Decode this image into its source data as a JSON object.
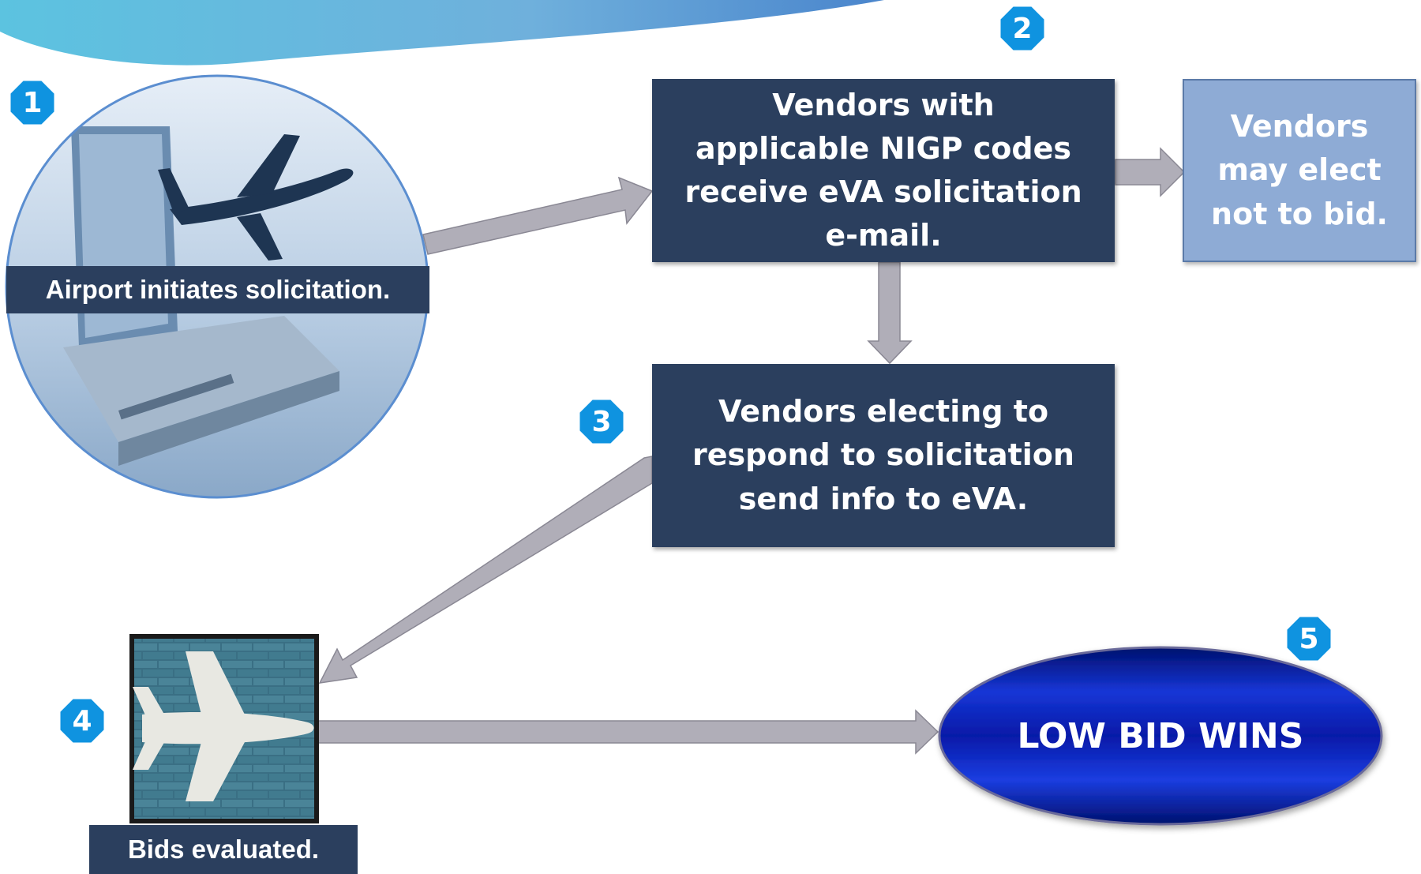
{
  "steps": {
    "step1": {
      "number": "1",
      "caption": "Airport initiates solicitation."
    },
    "step2": {
      "number": "2",
      "text": "Vendors with applicable NIGP codes receive eVA solicitation e-mail."
    },
    "step2b": {
      "text": "Vendors may elect not to bid."
    },
    "step3": {
      "number": "3",
      "text": "Vendors electing to respond to solicitation send info to eVA."
    },
    "step4": {
      "number": "4",
      "caption": "Bids evaluated."
    },
    "step5": {
      "number": "5",
      "text": "LOW BID WINS"
    }
  },
  "colors": {
    "dark_box": "#2b3f5e",
    "light_box": "#8eabd5",
    "badge": "#0f93e0",
    "arrow": "#b0aeb8",
    "ellipse": "#0f22c8",
    "banner": "#5cc3e0"
  },
  "icons": {
    "step1_image": "laptop-airplane-icon",
    "step4_image": "airplane-on-brick-icon"
  }
}
